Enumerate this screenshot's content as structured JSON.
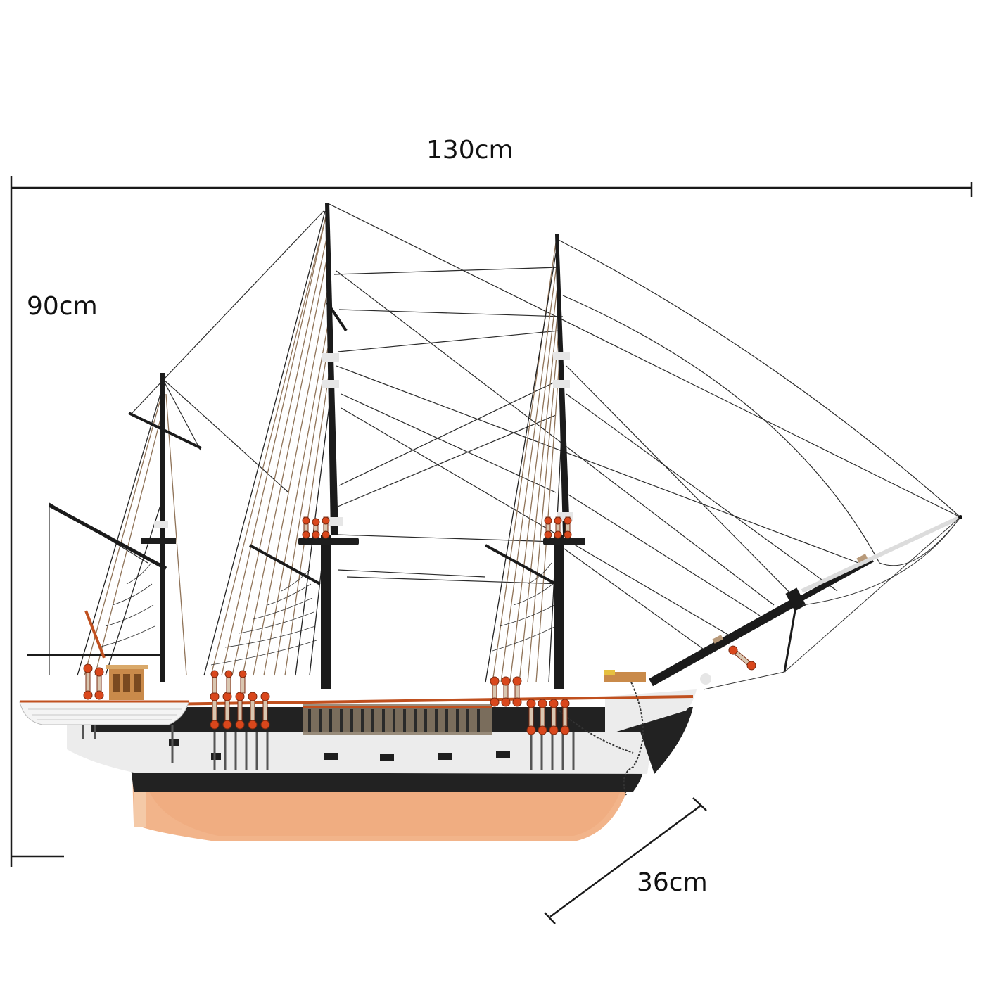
{
  "figure": {
    "subject": "Three-masted brig ship model with ship's boat, copper-sheathed hull",
    "dimensions": {
      "width": {
        "label": "130cm",
        "value": 130,
        "unit": "cm",
        "axis": "horizontal"
      },
      "height": {
        "label": "90cm",
        "value": 90,
        "unit": "cm",
        "axis": "vertical"
      },
      "depth": {
        "label": "36cm",
        "value": 36,
        "unit": "cm",
        "axis": "diagonal"
      }
    }
  },
  "colors": {
    "background": "#ffffff",
    "dimension_line": "#1a1a1a",
    "hull_black": "#1f1f1f",
    "hull_white": "#ececec",
    "copper": "#f2b48a",
    "copper_shadow": "#e59a6a",
    "rail_orange": "#c0501f",
    "block_orange": "#d9471c",
    "deck_wood": "#c98a4a",
    "mast": "#1b1b1b",
    "rope_dark": "#2a2a2a",
    "rope_tan": "#b89a7a",
    "boat_white": "#f4f4f4"
  }
}
